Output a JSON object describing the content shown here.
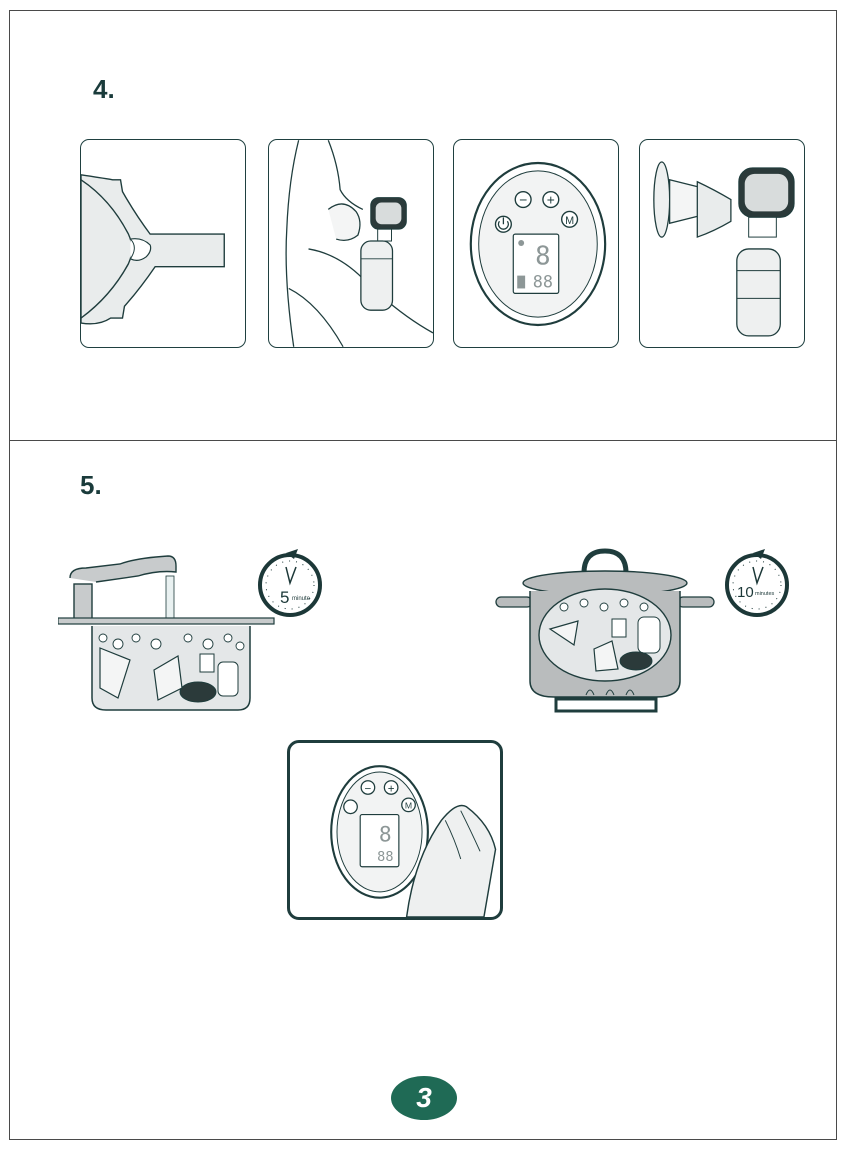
{
  "steps": {
    "step4_label": "4.",
    "step5_label": "5."
  },
  "display": {
    "minus": "−",
    "plus": "+",
    "mode": "M",
    "digit": "8",
    "digits": "88"
  },
  "timers": {
    "short": {
      "number": "5",
      "unit": "minute"
    },
    "long": {
      "number": "10",
      "unit": "minutes"
    }
  },
  "page_number": "3",
  "colors": {
    "line": "#1f3d3d",
    "brand_green": "#1f6a55",
    "pot_gray": "#b9bcbd"
  }
}
